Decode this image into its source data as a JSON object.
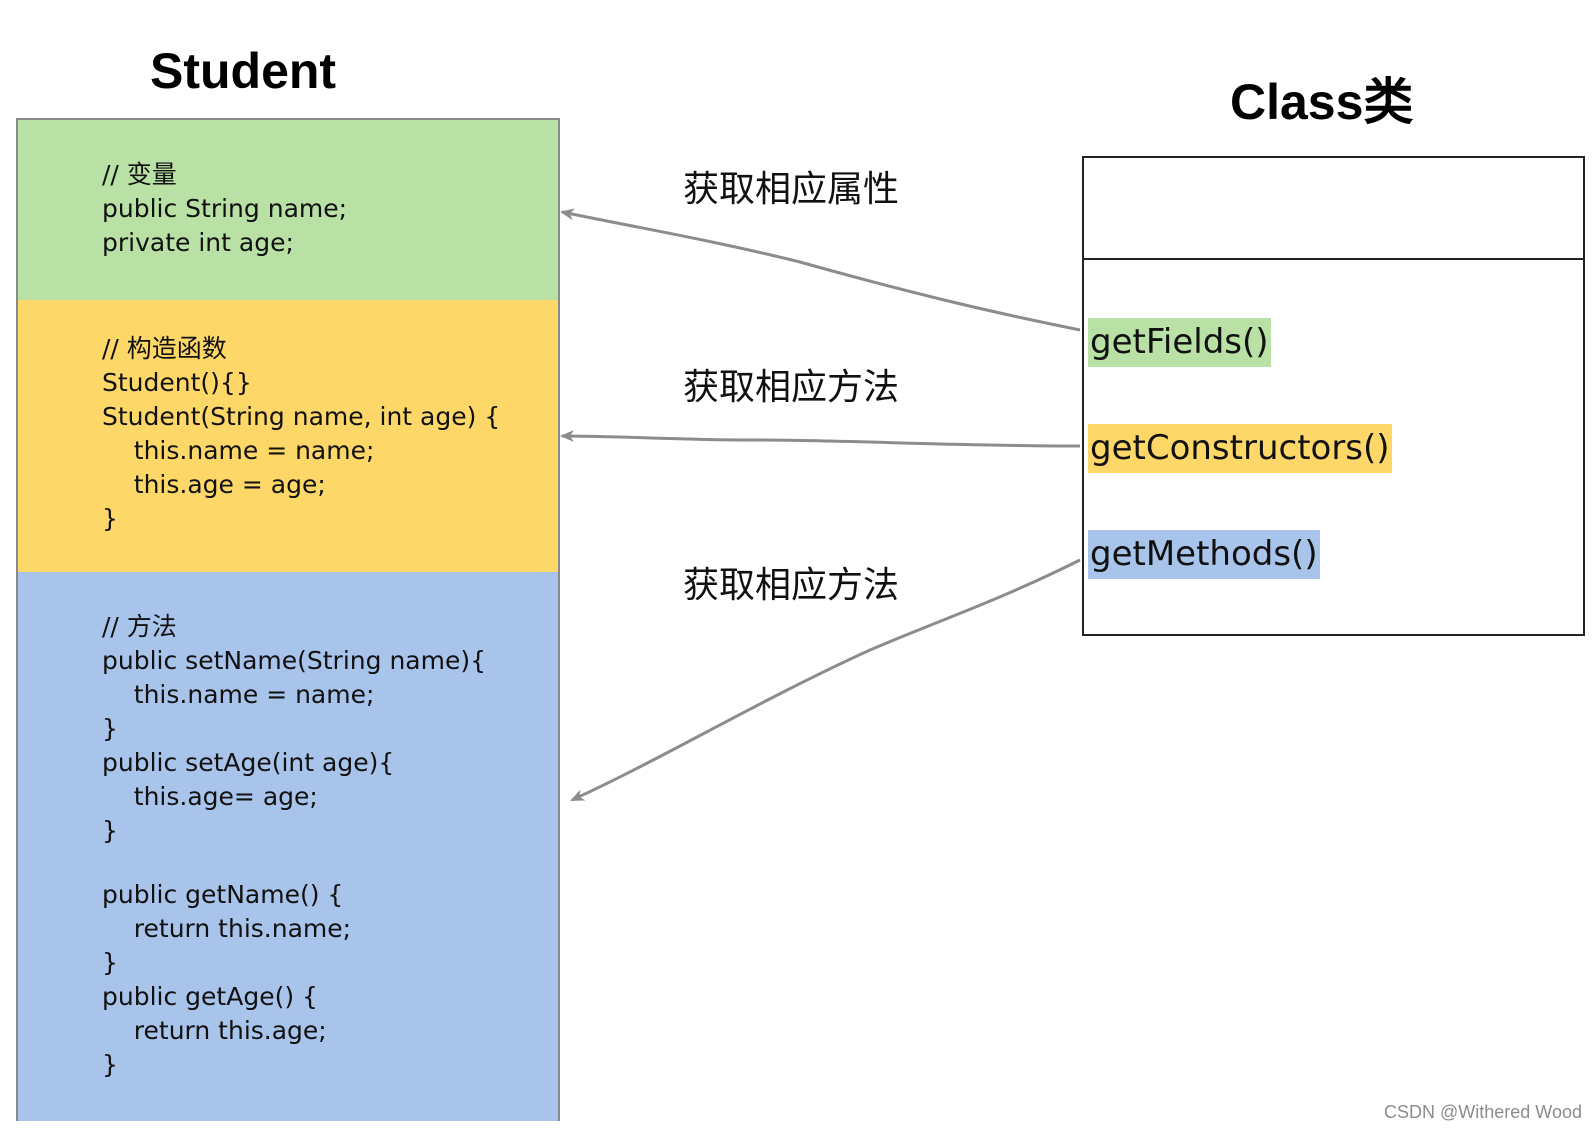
{
  "student": {
    "title": "Student",
    "fields_lines": [
      "// 变量",
      "public String name;",
      "private int age;"
    ],
    "constructors_lines": [
      "// 构造函数",
      "Student(){}",
      "Student(String name, int age) {",
      "    this.name = name;",
      "    this.age = age;",
      "}"
    ],
    "methods_lines": [
      "// 方法",
      "public setName(String name){",
      "    this.name = name;",
      "}",
      "public setAge(int age){",
      "    this.age= age;",
      "}",
      "",
      "public getName() {",
      "    return this.name;",
      "}",
      "public getAge() {",
      "    return this.age;",
      "}"
    ]
  },
  "class_box": {
    "title": "Class类",
    "methods": [
      "getFields()",
      "getConstructors()",
      "getMethods()"
    ]
  },
  "edges": {
    "fields_label": "获取相应属性",
    "constructors_label": "获取相应方法",
    "methods_label": "获取相应方法"
  },
  "colors": {
    "fields": "#b9e0a5",
    "constructors": "#fdd868",
    "methods": "#a9c4eb",
    "arrow": "#8c8c8c"
  },
  "watermark": "CSDN @Withered Wood"
}
